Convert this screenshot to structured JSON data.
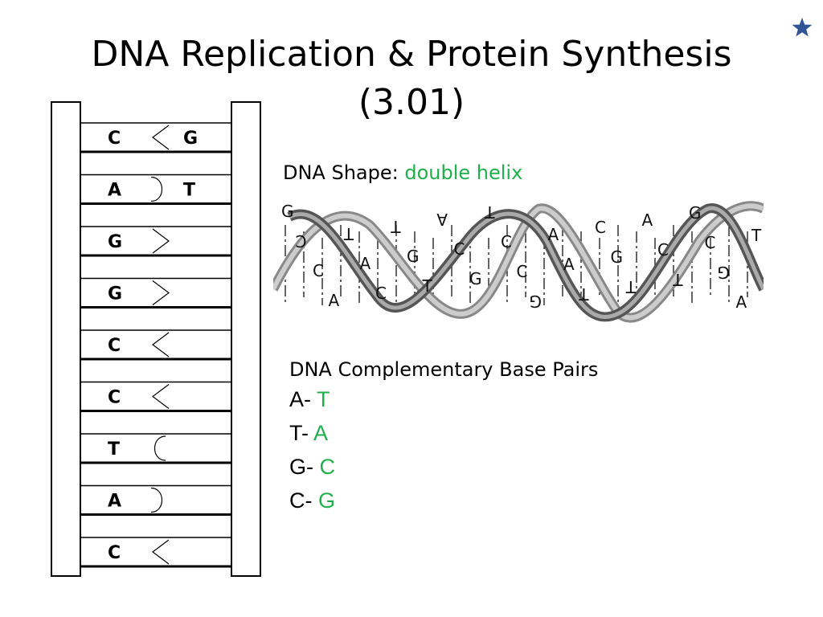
{
  "slide": {
    "title_line1": "DNA Replication & Protein Synthesis",
    "title_line2": "(3.01)"
  },
  "ladder": {
    "rungs": [
      {
        "left": "C",
        "right": "G",
        "shape": "angle"
      },
      {
        "left": "A",
        "right": "T",
        "shape": "round"
      },
      {
        "left": "G",
        "right": "",
        "shape": "angle-out"
      },
      {
        "left": "G",
        "right": "",
        "shape": "angle-out"
      },
      {
        "left": "C",
        "right": "",
        "shape": "angle"
      },
      {
        "left": "C",
        "right": "",
        "shape": "angle"
      },
      {
        "left": "T",
        "right": "",
        "shape": "round-in"
      },
      {
        "left": "A",
        "right": "",
        "shape": "round"
      },
      {
        "left": "C",
        "right": "",
        "shape": "angle"
      }
    ]
  },
  "shape": {
    "label": "DNA Shape: ",
    "value": "double helix"
  },
  "helix_letters": [
    "G",
    "C",
    "C",
    "A",
    "T",
    "A",
    "C",
    "T",
    "G",
    "T",
    "A",
    "C",
    "G",
    "T",
    "C",
    "C",
    "G",
    "A",
    "A",
    "T",
    "C",
    "G",
    "T",
    "A",
    "C",
    "T",
    "G",
    "C",
    "G",
    "A",
    "T"
  ],
  "pairs": {
    "heading": "DNA Complementary Base Pairs",
    "items": [
      {
        "base": "A- ",
        "complement": "T"
      },
      {
        "base": "T- ",
        "complement": "A"
      },
      {
        "base": "G- ",
        "complement": "C"
      },
      {
        "base": "C- ",
        "complement": "G"
      }
    ]
  },
  "colors": {
    "accent_green": "#1fb04b",
    "star_blue": "#2f5597"
  },
  "icons": {
    "corner": "star-icon"
  }
}
